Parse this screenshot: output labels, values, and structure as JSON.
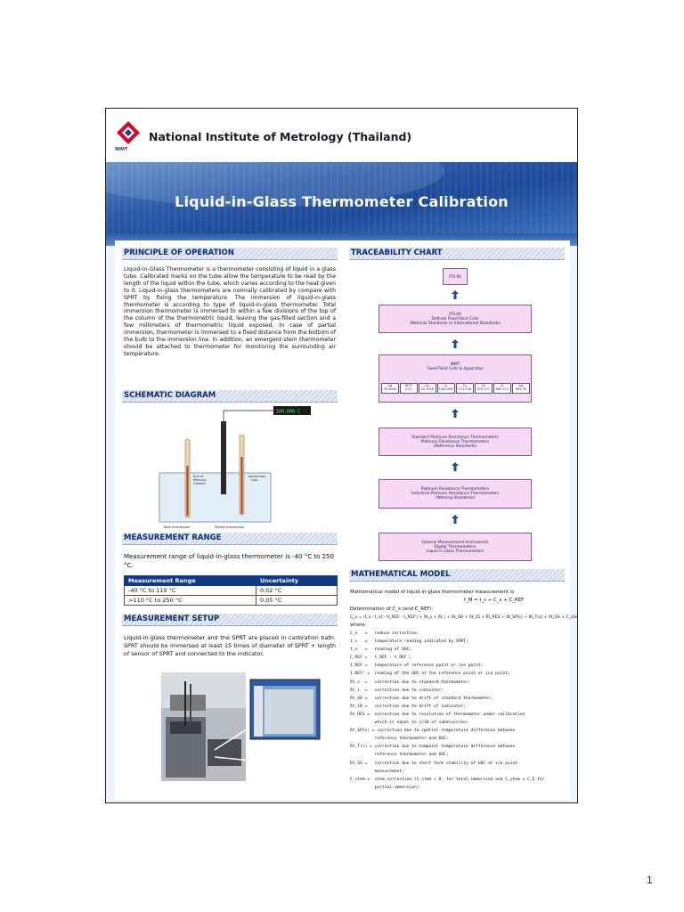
{
  "header": {
    "institute": "National Institute of Metrology (Thailand)",
    "logo_text": "NIMT",
    "title": "Liquid-in-Glass Thermometer Calibration"
  },
  "sections": {
    "principle": {
      "heading": "PRINCIPLE OF OPERATION",
      "text": "Liquid-in-Glass Thermometer is a thermometer consisting of liquid in a glass tube. Calibrated marks on the tube allow the temperature to be read by the length of the liquid within the tube, which varies according to the heat given to it. Liquid-in-glass thermometers are normally calibrated by compare with SPRT by fixing the temperature. The immersion of liquid-in-glass thermometer is according to type of liquid-in-glass thermometer. Total immersion thermometer is immersed to within a few divisions of the top of the column of the thermometric liquid, leaving the gas-filled section and a few millimeters of thermometric liquid exposed. In case of partial immersion, thermometer is immersed to a fixed distance from the bottom of the bulb to the immersion line. In addition, an emergent-stem thermometer should be attached to thermometer for monitoring the surrounding air temperature."
    },
    "schematic": {
      "heading": "SCHEMATIC DIAGRAM",
      "display": "100.000 C",
      "label_end_mercury": "End of Mercury Column",
      "label_immersion_line": "Immersion Line",
      "label_total": "Total Immersion",
      "label_partial": "Partial Immersion"
    },
    "range": {
      "heading": "MEASUREMENT RANGE",
      "text": "Measurement range of liquid-in-glass thermometer is -40 °C to 250 °C.",
      "columns": [
        "Measurement Range",
        "Uncertainty"
      ],
      "rows": [
        [
          "-40 °C to 110 °C",
          "0.02 °C"
        ],
        [
          ">110 °C to 250 °C",
          "0.05 °C"
        ]
      ]
    },
    "setup": {
      "heading": "MEASUREMENT SETUP",
      "text": "Liquid-in-glass thermometer and the SPRT are placed in calibration bath. SPRT should be immersed at least 15 times of diameter of SPRT + length of sensor of SPRT and connected to the indicator."
    },
    "traceability": {
      "heading": "TRACEABILITY CHART",
      "box1": "ITS-90",
      "box2": [
        "ITS-90",
        "Defined Fixed Point Cells",
        "(National Standards or International Standards)"
      ],
      "box3": [
        "NIMT",
        "Fixed Point Cells & Apparatus"
      ],
      "fixed_points": [
        [
          "Hg",
          "-38.8344"
        ],
        [
          "WTP",
          "0.01"
        ],
        [
          "Ga",
          "29.7646"
        ],
        [
          "In",
          "156.5985"
        ],
        [
          "Sn",
          "231.928"
        ],
        [
          "Zn",
          "419.527"
        ],
        [
          "Al",
          "660.323"
        ],
        [
          "Ag",
          "961.78"
        ]
      ],
      "box4": [
        "Standard Platinum Resistance Thermometers",
        "Platinum Resistance Thermometers",
        "(Reference Standards)"
      ],
      "box5": [
        "Platinum Resistance Thermometers",
        "Industrial Platinum Resistance Thermometers",
        "(Working Standards)"
      ],
      "box6": [
        "General Measurement Instruments",
        "Digital Thermometers",
        "Liquid in Glass Thermometers"
      ]
    },
    "math": {
      "heading": "MATHEMATICAL MODEL",
      "intro": "Mathematical model of liquid-in-glass thermometer measurement is",
      "eq1": "t_M = t_s + C_x + C_REF",
      "det": "Determination of C_x (and C_REF):",
      "eq2": "C_x = (t_s - t_x) - (t_REF - t_REF') + δt_s + δt_i + δt_SD + δt_iD + δt_RES + δt_SP(s) + δt_T(s) + δt_SS + C_stem",
      "where": "where:",
      "defs": [
        "C_x   =   reduce correction;",
        "t_s   =   temperature reading indicated by SPRT;",
        "t_x   =   reading of UUC;",
        "C_REF =   t_REF - t_REF';",
        "t_REF =   temperature of reference point or ice point;",
        "t_REF' =  reading of the UUC at the reference point or ice point;",
        "δt_s  =   correction due to standard thermometer;",
        "δt_i  =   correction due to indicator;",
        "δt_SD =   correction due to drift of standard thermometer;",
        "δt_iD =   correction due to drift of indicator;",
        "δt_RES =  correction due to resolution of thermometer under calibration",
        "          which is equal to 1/10 of subdivision;",
        "δt_SP(s) = correction due to spatial temperature difference between",
        "          reference thermometer and UUC;",
        "δt_T(s) = correction due to temporal temperature difference between",
        "          reference thermometer and UUC;",
        "δt_SS =   correction due to short term stability of UUC at ice point",
        "          measurement;",
        "C_stem =  stem correction (C_stem = 0, for total immersion and C_stem = C_E for",
        "          partial-immersion)."
      ]
    }
  },
  "page_number": "1",
  "colors": {
    "banner": "#2a5aa8",
    "heading_text": "#0b2f6e",
    "box_fill": "#f6d9f3",
    "arrow": "#1f4a8a"
  }
}
